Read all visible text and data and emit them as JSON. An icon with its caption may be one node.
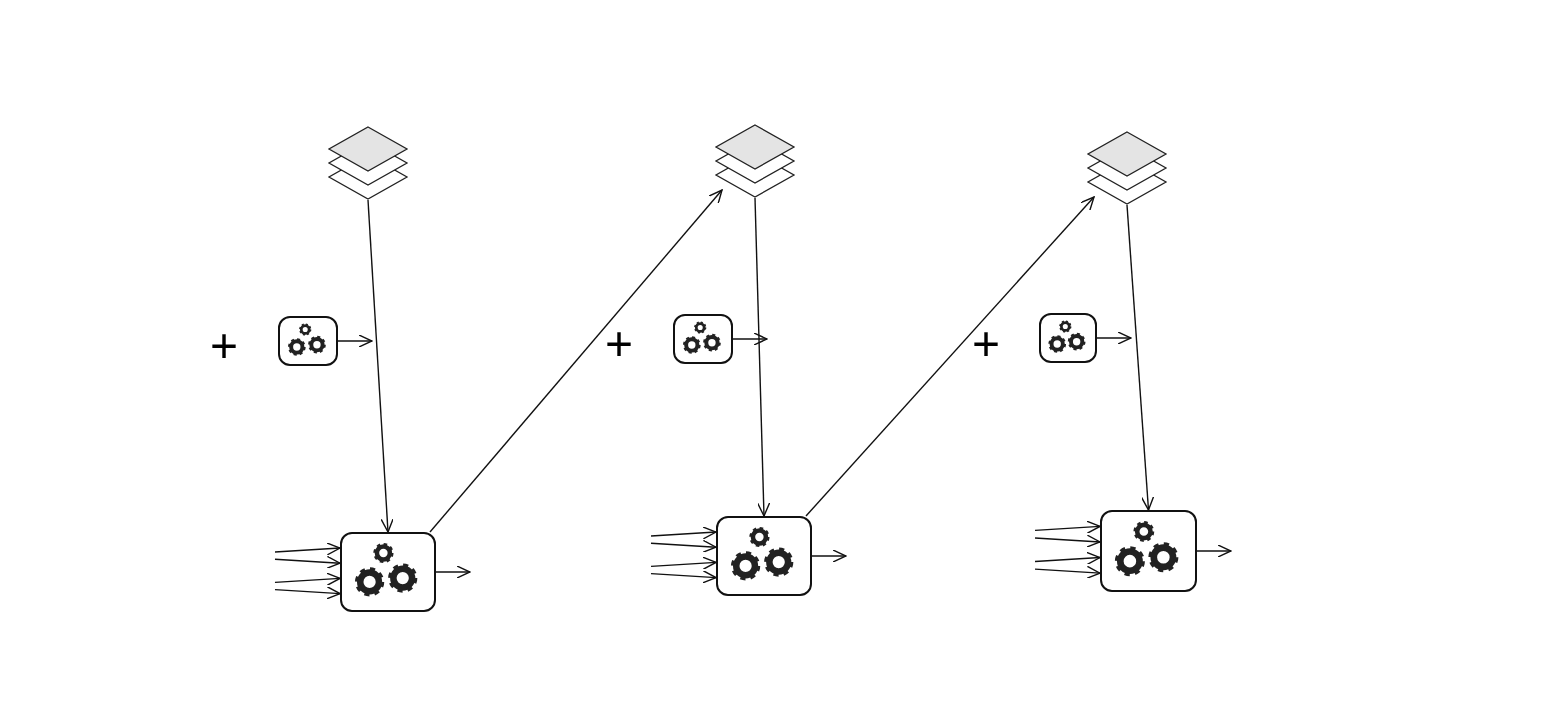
{
  "diagram": {
    "nodes": [
      {
        "text": [],
        "shape": "stack"
      },
      {
        "text": [],
        "shape": "stack"
      },
      {
        "text": [],
        "shape": "stack"
      },
      {
        "text": [],
        "shape": "box"
      },
      {
        "text": [],
        "shape": "box"
      },
      {
        "text": [],
        "shape": "box"
      },
      {
        "text": [],
        "shape": "box"
      },
      {
        "text": [],
        "shape": "box"
      },
      {
        "text": [],
        "shape": "box"
      }
    ],
    "edges": [
      {
        "from": 0,
        "to": 6,
        "arrow": "to"
      },
      {
        "from": 6,
        "to": 1,
        "arrow": "to"
      },
      {
        "from": 1,
        "to": 7,
        "arrow": "to"
      },
      {
        "from": 7,
        "to": 2,
        "arrow": "to"
      },
      {
        "from": 2,
        "to": 8,
        "arrow": "to"
      },
      {
        "from": 3,
        "to": null,
        "arrow": "to"
      },
      {
        "from": 4,
        "to": null,
        "arrow": "to"
      },
      {
        "from": 5,
        "to": null,
        "arrow": "to"
      },
      {
        "from": null,
        "to": 6,
        "arrow": "to"
      },
      {
        "from": null,
        "to": 6,
        "arrow": "to"
      },
      {
        "from": null,
        "to": 6,
        "arrow": "to"
      },
      {
        "from": null,
        "to": 6,
        "arrow": "to"
      },
      {
        "from": 6,
        "to": null,
        "arrow": "to"
      },
      {
        "from": null,
        "to": 7,
        "arrow": "to"
      },
      {
        "from": null,
        "to": 7,
        "arrow": "to"
      },
      {
        "from": null,
        "to": 7,
        "arrow": "to"
      },
      {
        "from": null,
        "to": 7,
        "arrow": "to"
      },
      {
        "from": 7,
        "to": null,
        "arrow": "to"
      },
      {
        "from": null,
        "to": 8,
        "arrow": "to"
      },
      {
        "from": null,
        "to": 8,
        "arrow": "to"
      },
      {
        "from": null,
        "to": 8,
        "arrow": "to"
      },
      {
        "from": null,
        "to": 8,
        "arrow": "to"
      },
      {
        "from": 8,
        "to": null,
        "arrow": "to"
      }
    ],
    "labels": [
      "+",
      "+",
      "+"
    ]
  }
}
